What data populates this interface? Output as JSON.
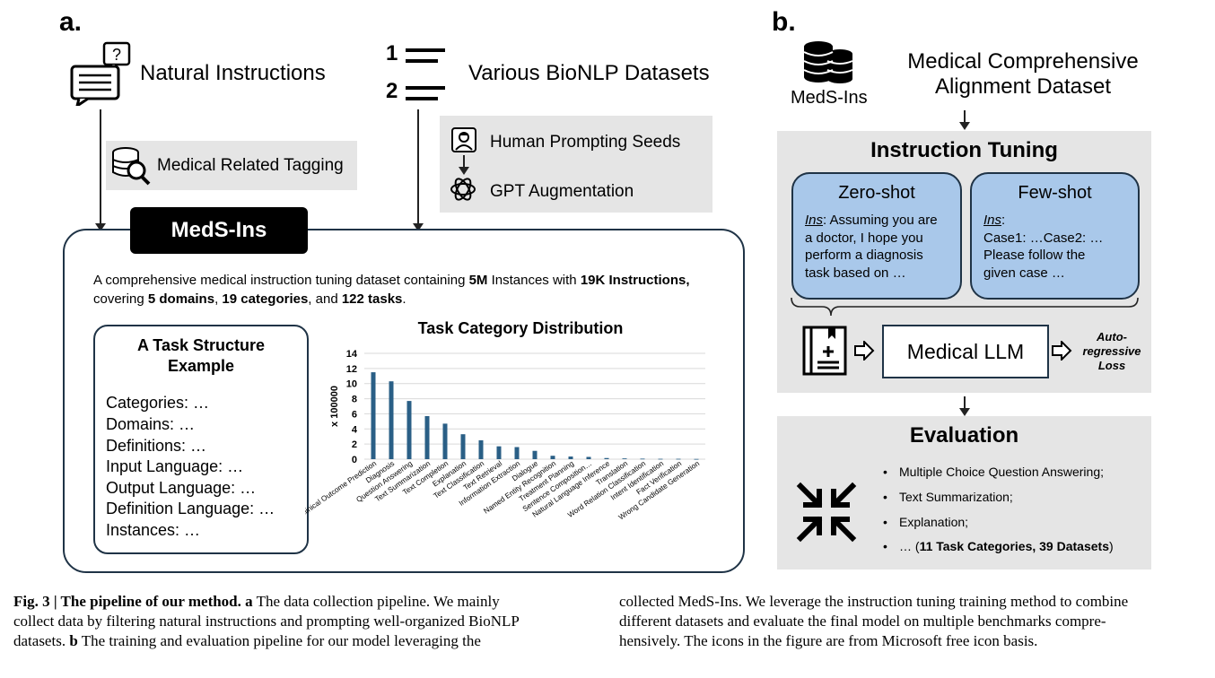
{
  "panel_a": {
    "letter": "a.",
    "natural_instructions": "Natural Instructions",
    "bionlp_datasets": "Various BioNLP Datasets",
    "list_num_1": "1",
    "list_num_2": "2",
    "medical_tagging": "Medical Related Tagging",
    "human_seeds": "Human Prompting Seeds",
    "gpt_augmentation": "GPT Augmentation",
    "meds_ins": "MedS-Ins",
    "description": {
      "t1": "A comprehensive medical instruction tuning dataset containing ",
      "b1": "5M",
      "t2": " Instances with ",
      "b2": "19K Instructions,",
      "t3": " covering ",
      "b3": "5 domains",
      "t4": ", ",
      "b4": "19 categories",
      "t5": ", and ",
      "b5": "122 tasks",
      "t6": "."
    },
    "task_structure": {
      "title_line1": "A Task Structure",
      "title_line2": "Example",
      "items": [
        "Categories: …",
        "Domains: …",
        "Definitions: …",
        "Input Language: …",
        "Output Language: …",
        "Definition Language: …",
        "Instances: …"
      ]
    }
  },
  "chart_data": {
    "type": "bar",
    "title": "Task Category Distribution",
    "ylabel": "x 100000",
    "ylim": [
      0,
      14
    ],
    "yticks": [
      0,
      2,
      4,
      6,
      8,
      10,
      12,
      14
    ],
    "grid": true,
    "categories": [
      "Clinical Outcome Prediction",
      "Diagnosis",
      "Question Answering",
      "Text Summarization",
      "Text Completion",
      "Explanation",
      "Text Classification",
      "Text Retrieval",
      "Information Extraction",
      "Dialogue",
      "Named Entity Recognition",
      "Treatment Planning",
      "Sentence Composition…",
      "Natural Language Inference",
      "Translation",
      "Word Relation Classification",
      "Intent Identification",
      "Fact Verification",
      "Wrong Candidate Generation"
    ],
    "values": [
      11.5,
      10.3,
      7.7,
      5.7,
      4.7,
      3.3,
      2.5,
      1.7,
      1.6,
      1.1,
      0.45,
      0.35,
      0.3,
      0.15,
      0.1,
      0.07,
      0.05,
      0.05,
      0.03
    ],
    "bar_color": "#2a5f86"
  },
  "panel_b": {
    "letter": "b.",
    "meds_ins_label": "MedS-Ins",
    "dataset_line1": "Medical Comprehensive",
    "dataset_line2": "Alignment Dataset",
    "instruction_tuning": "Instruction Tuning",
    "zero_shot": {
      "title": "Zero-shot",
      "ins": "Ins",
      "line1": ":  Assuming you are",
      "line2": "a doctor, I hope you",
      "line3": "perform a diagnosis",
      "line4": "task based on …"
    },
    "few_shot": {
      "title": "Few-shot",
      "ins": "Ins",
      "line1": ":",
      "line2": "Case1: …Case2: …",
      "line3": "Please follow the",
      "line4": "given case …"
    },
    "medical_llm": "Medical LLM",
    "loss_line1": "Auto-",
    "loss_line2": "regressive",
    "loss_line3": "Loss",
    "evaluation": "Evaluation",
    "eval_items": [
      "Multiple Choice Question Answering;",
      "Text Summarization;",
      "Explanation;"
    ],
    "eval_last_prefix": "… (",
    "eval_last_bold": "11 Task Categories, 39 Datasets",
    "eval_last_suffix": ")",
    "bullet": "•"
  },
  "caption": {
    "fig_label": "Fig. 3 | The pipeline of our method.",
    "a_letter": "a",
    "a_text_line1": " The data collection pipeline. We mainly",
    "line2": "collect data by filtering natural instructions and prompting well-organized BioNLP",
    "line3_pre": "datasets. ",
    "b_letter": "b",
    "line3_post": " The training and evaluation pipeline for our model leveraging the",
    "right_line1": "collected MedS-Ins. We leverage the instruction tuning training method to combine",
    "right_line2": "different datasets and evaluate the final model on multiple benchmarks compre-",
    "right_line3": "hensively. The icons in the figure are from Microsoft free icon basis."
  },
  "colors": {
    "bubble_blue": "#a9c8ea",
    "grey_panel": "#e5e5e5",
    "dark_border": "#1f3346"
  }
}
